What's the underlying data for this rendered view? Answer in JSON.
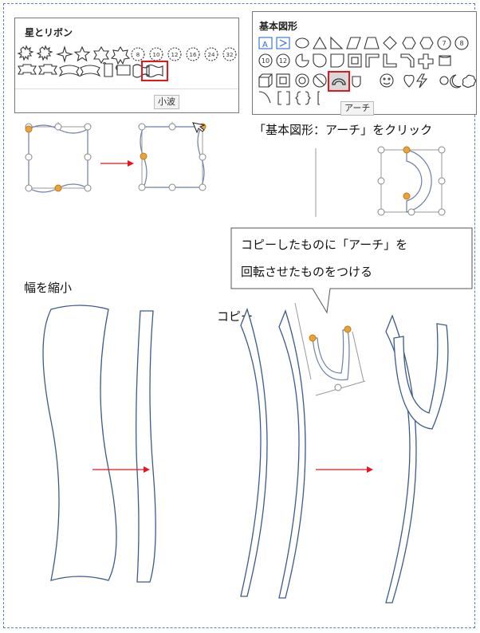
{
  "ribbon_panel": {
    "title": "星とリボン",
    "tooltip": "小波",
    "number_badges": [
      "8",
      "10",
      "12",
      "16",
      "24",
      "32"
    ]
  },
  "basic_shapes_panel": {
    "title": "基本図形",
    "tooltip": "アーチ",
    "number_badges": [
      "7",
      "8",
      "10",
      "12"
    ]
  },
  "labels": {
    "click_arch": "「基本図形：アーチ」をクリック",
    "shrink_width": "幅を縮小",
    "copy": "コピー"
  },
  "callout": {
    "line1": "コピーしたものに「アーチ」を",
    "line2": "回転させたものをつける"
  },
  "colors": {
    "highlight": "#e8141e",
    "shape_stroke": "#3c5a8c",
    "handle_fill": "#e8a33a",
    "arrow": "#e8141e"
  }
}
